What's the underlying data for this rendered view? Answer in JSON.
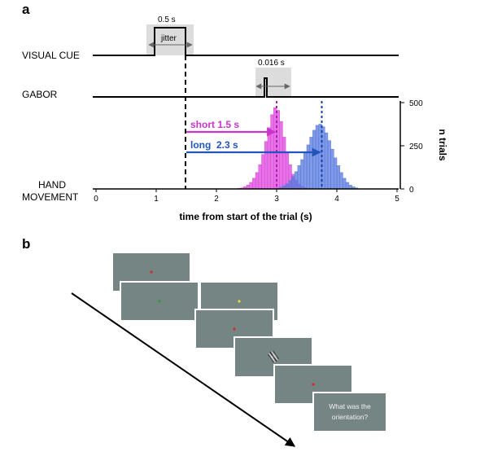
{
  "panel_a": {
    "label": "a",
    "rows": {
      "visual_cue": "VISUAL CUE",
      "gabor": "GABOR",
      "hand_movement_1": "HAND",
      "hand_movement_2": "MOVEMENT"
    },
    "annotations": {
      "cue_duration": "0.5 s",
      "jitter": "jitter",
      "gabor_duration": "0.016 s"
    },
    "conditions": {
      "short": {
        "text": "short 1.5 s",
        "color": "#cc33cc"
      },
      "long": {
        "text": "long  2.3 s",
        "color": "#2255bb"
      }
    },
    "x_axis": {
      "title": "time from start of the trial (s)",
      "ticks": [
        "0",
        "1",
        "2",
        "3",
        "4",
        "5"
      ]
    },
    "y_axis": {
      "title": "n trials",
      "ticks": [
        "500",
        "250",
        "0"
      ]
    }
  },
  "chart_data": {
    "type": "bar",
    "xlabel": "time from start of the trial (s)",
    "ylabel": "n trials",
    "xlim": [
      0,
      5
    ],
    "ylim": [
      0,
      500
    ],
    "bin_width": 0.05,
    "series": [
      {
        "name": "short 1.5 s",
        "color": "#dd44dd",
        "mean_line": 3.0,
        "bin_centers": [
          2.375,
          2.425,
          2.475,
          2.525,
          2.575,
          2.625,
          2.675,
          2.725,
          2.775,
          2.825,
          2.875,
          2.925,
          2.975,
          3.025,
          3.075,
          3.125,
          3.175,
          3.225,
          3.275,
          3.325,
          3.375,
          3.425,
          3.475,
          3.525,
          3.575
        ],
        "values": [
          3,
          6,
          12,
          22,
          38,
          62,
          95,
          140,
          200,
          275,
          355,
          430,
          470,
          455,
          390,
          300,
          210,
          140,
          85,
          50,
          28,
          15,
          8,
          4,
          2
        ]
      },
      {
        "name": "long  2.3 s",
        "color": "#5577dd",
        "mean_line": 3.75,
        "bin_centers": [
          3.025,
          3.075,
          3.125,
          3.175,
          3.225,
          3.275,
          3.325,
          3.375,
          3.425,
          3.475,
          3.525,
          3.575,
          3.625,
          3.675,
          3.725,
          3.775,
          3.825,
          3.875,
          3.925,
          3.975,
          4.025,
          4.075,
          4.125,
          4.175,
          4.225,
          4.275,
          4.325
        ],
        "values": [
          5,
          10,
          18,
          30,
          48,
          72,
          100,
          135,
          170,
          210,
          255,
          300,
          340,
          368,
          375,
          360,
          325,
          280,
          230,
          180,
          135,
          95,
          62,
          38,
          22,
          12,
          6
        ]
      }
    ]
  },
  "panel_b": {
    "label": "b",
    "question_line1": "What was the",
    "question_line2": "orientation?",
    "colors": {
      "screen": "#748583",
      "dot_red": "#d62b2b",
      "dot_green": "#2f9c3a",
      "dot_yellow": "#e8e02a"
    }
  }
}
